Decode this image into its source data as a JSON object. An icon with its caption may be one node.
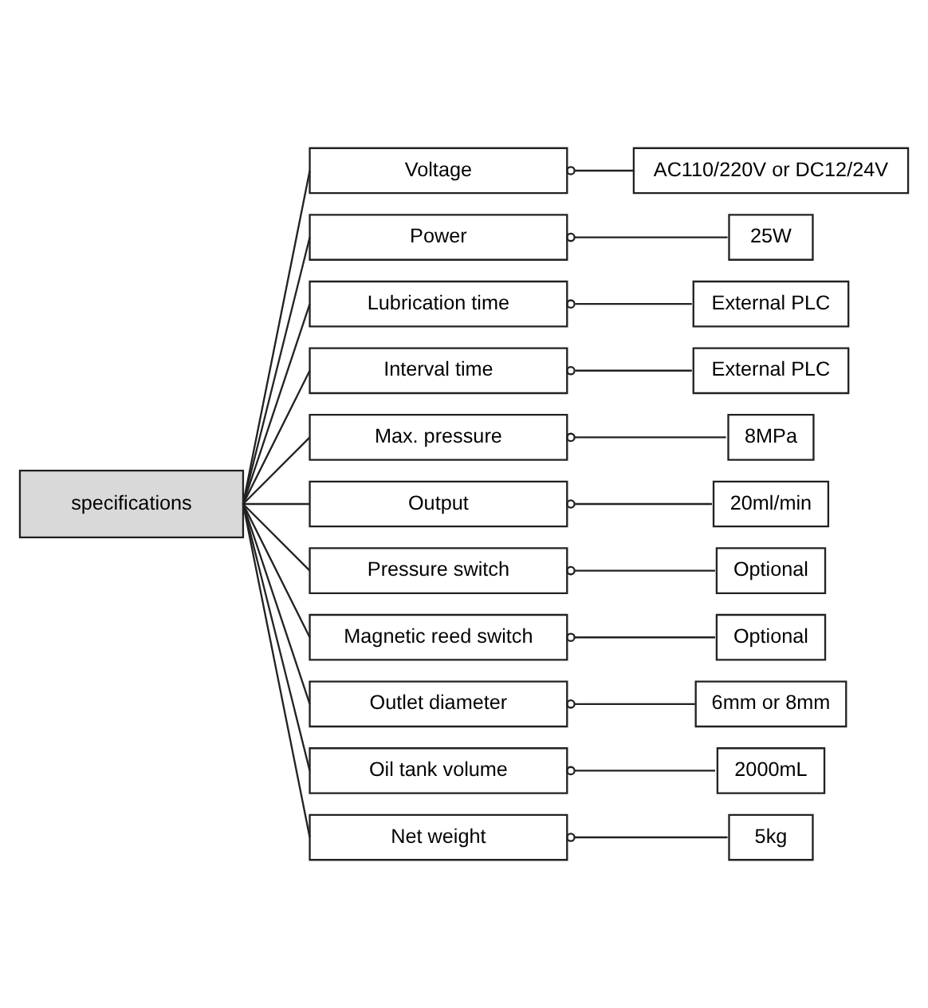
{
  "diagram": {
    "nodes": [
      {
        "text": [
          "specifications"
        ]
      },
      {
        "text": [
          "Voltage"
        ]
      },
      {
        "text": [
          "AC110/220V or DC12/24V"
        ]
      },
      {
        "text": [
          "Power"
        ]
      },
      {
        "text": [
          "25W"
        ]
      },
      {
        "text": [
          "Lubrication time"
        ]
      },
      {
        "text": [
          "External PLC"
        ]
      },
      {
        "text": [
          "Interval time"
        ]
      },
      {
        "text": [
          "External PLC"
        ]
      },
      {
        "text": [
          "Max. pressure"
        ]
      },
      {
        "text": [
          "8MPa"
        ]
      },
      {
        "text": [
          "Output"
        ]
      },
      {
        "text": [
          "20ml/min"
        ]
      },
      {
        "text": [
          "Pressure switch"
        ]
      },
      {
        "text": [
          "Optional"
        ]
      },
      {
        "text": [
          "Magnetic reed switch"
        ]
      },
      {
        "text": [
          "Optional"
        ]
      },
      {
        "text": [
          "Outlet diameter"
        ]
      },
      {
        "text": [
          "6mm or 8mm"
        ]
      },
      {
        "text": [
          "Oil tank volume"
        ]
      },
      {
        "text": [
          "2000mL"
        ]
      },
      {
        "text": [
          "Net weight"
        ]
      },
      {
        "text": [
          "5kg"
        ]
      }
    ],
    "edges": [
      {
        "from": 0,
        "to": 1,
        "arrow": "none"
      },
      {
        "from": 1,
        "to": 2,
        "arrow": "other"
      },
      {
        "from": 0,
        "to": 3,
        "arrow": "none"
      },
      {
        "from": 3,
        "to": 4,
        "arrow": "other"
      },
      {
        "from": 0,
        "to": 5,
        "arrow": "none"
      },
      {
        "from": 5,
        "to": 6,
        "arrow": "other"
      },
      {
        "from": 0,
        "to": 7,
        "arrow": "none"
      },
      {
        "from": 7,
        "to": 8,
        "arrow": "other"
      },
      {
        "from": 0,
        "to": 9,
        "arrow": "none"
      },
      {
        "from": 9,
        "to": 10,
        "arrow": "other"
      },
      {
        "from": 0,
        "to": 11,
        "arrow": "none"
      },
      {
        "from": 11,
        "to": 12,
        "arrow": "other"
      },
      {
        "from": 0,
        "to": 13,
        "arrow": "none"
      },
      {
        "from": 13,
        "to": 14,
        "arrow": "other"
      },
      {
        "from": 0,
        "to": 15,
        "arrow": "none"
      },
      {
        "from": 15,
        "to": 16,
        "arrow": "other"
      },
      {
        "from": 0,
        "to": 17,
        "arrow": "none"
      },
      {
        "from": 17,
        "to": 18,
        "arrow": "other"
      },
      {
        "from": 0,
        "to": 19,
        "arrow": "none"
      },
      {
        "from": 19,
        "to": 20,
        "arrow": "other"
      },
      {
        "from": 0,
        "to": 21,
        "arrow": "none"
      },
      {
        "from": 21,
        "to": 22,
        "arrow": "other"
      }
    ]
  }
}
